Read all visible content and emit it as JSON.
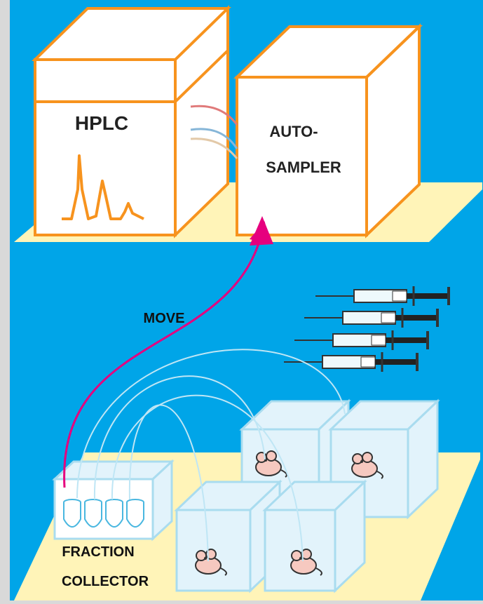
{
  "labels": {
    "hplc": "HPLC",
    "autosampler_line1": "AUTO-",
    "autosampler_line2": "SAMPLER",
    "move": "MOVE",
    "fraction_line1": "FRACTION",
    "fraction_line2": "COLLECTOR"
  },
  "colors": {
    "background": "#00a5e8",
    "left_strip": "#d9d9d9",
    "floor": "#fff4b8",
    "instrument_outline": "#f7931e",
    "move_arrow": "#e6007e",
    "tubing": "#bfe6f5",
    "cage_fill": "#e2f3fb",
    "cage_outline": "#a9dcef"
  },
  "counts": {
    "syringes": 4,
    "mice": 4,
    "collection_tubes": 4,
    "cages": 4
  }
}
